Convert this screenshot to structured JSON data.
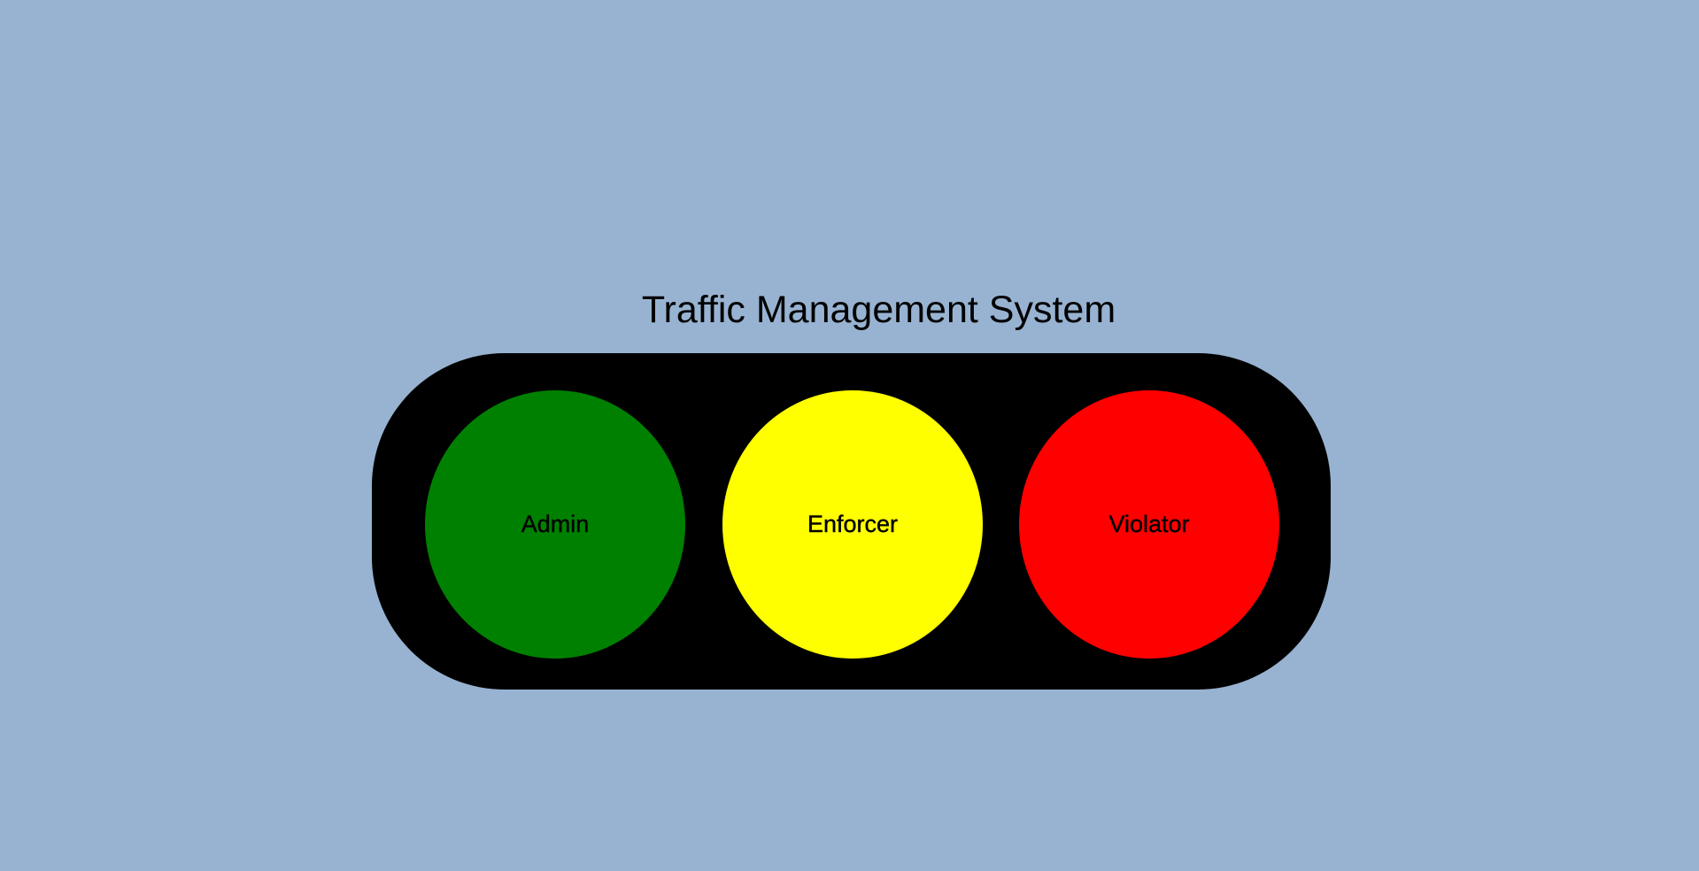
{
  "page": {
    "title": "Traffic Management System"
  },
  "lights": [
    {
      "label": "Admin",
      "color": "#008000"
    },
    {
      "label": "Enforcer",
      "color": "#FFFF00"
    },
    {
      "label": "Violator",
      "color": "#FF0000"
    }
  ],
  "colors": {
    "background": "#98B3D1",
    "housing": "#000000"
  }
}
